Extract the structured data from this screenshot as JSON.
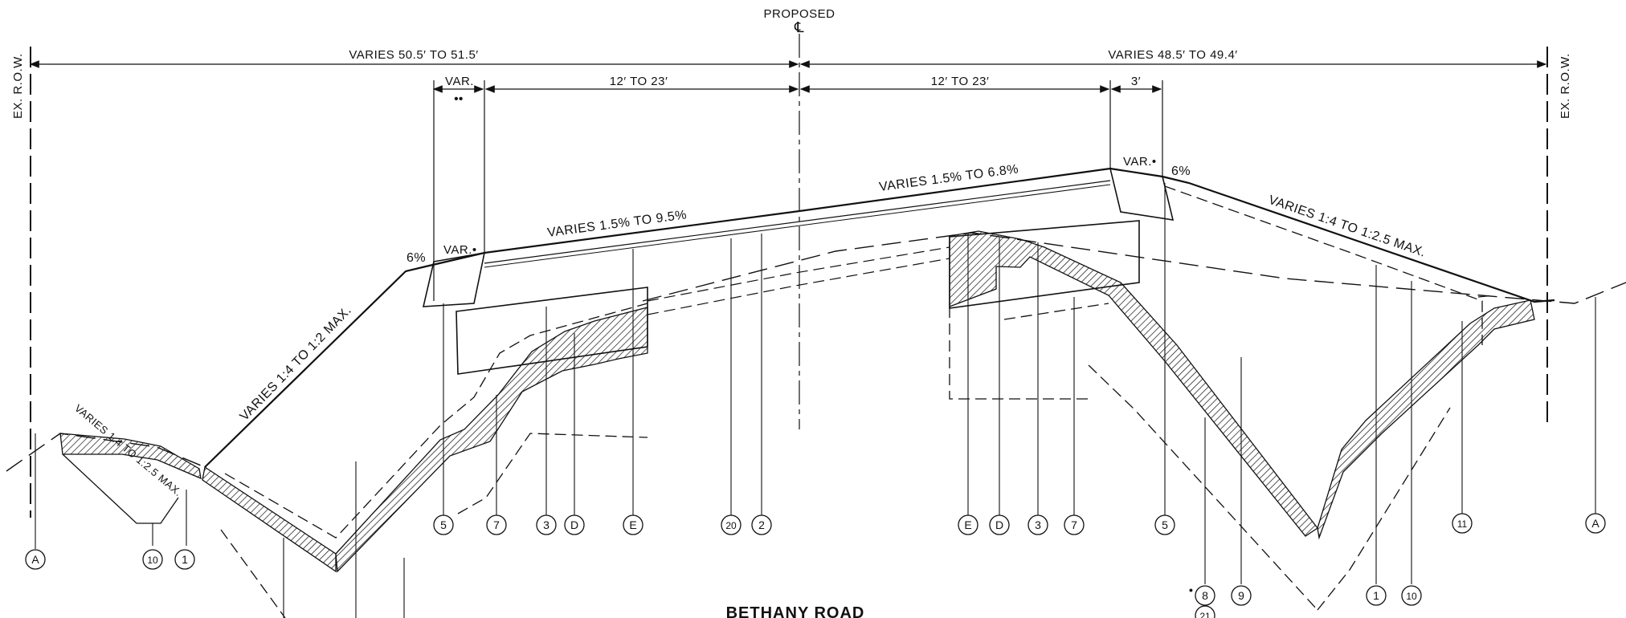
{
  "header": {
    "proposed": "PROPOSED",
    "centerline_symbol": "℄"
  },
  "row": {
    "left": "EX. R.O.W.",
    "right": "EX. R.O.W."
  },
  "dimensions": {
    "left_total": "VARIES 50.5′ TO 51.5′",
    "right_total": "VARIES 48.5′ TO 49.4′",
    "var_left": "VAR.",
    "var_left_marks": "••",
    "lane_left": "12′ TO 23′",
    "lane_right": "12′ TO 23′",
    "shoulder_right": "3′"
  },
  "slopes": {
    "left_side": "VARIES 1:4 TO 1:2 MAX.",
    "left_small": "VARIES 1:4 TO 1:2.5 MAX.",
    "left_pct": "6%",
    "var_left_label": "VAR.•",
    "road_left": "VARIES 1.5% TO 9.5%",
    "road_right": "VARIES 1.5% TO 6.8%",
    "var_right_label": "VAR.•",
    "right_pct": "6%",
    "right_side": "VARIES 1:4 TO 1:2.5 MAX."
  },
  "callouts": [
    "A",
    "10",
    "1",
    "5",
    "7",
    "3",
    "D",
    "E",
    "20",
    "2",
    "E",
    "D",
    "3",
    "7",
    "5",
    "8",
    "21",
    "9",
    "1",
    "10",
    "11",
    "A"
  ],
  "callout_mark": "•",
  "title": "BETHANY ROAD",
  "colors": {
    "line": "#111111",
    "background": "#ffffff"
  }
}
